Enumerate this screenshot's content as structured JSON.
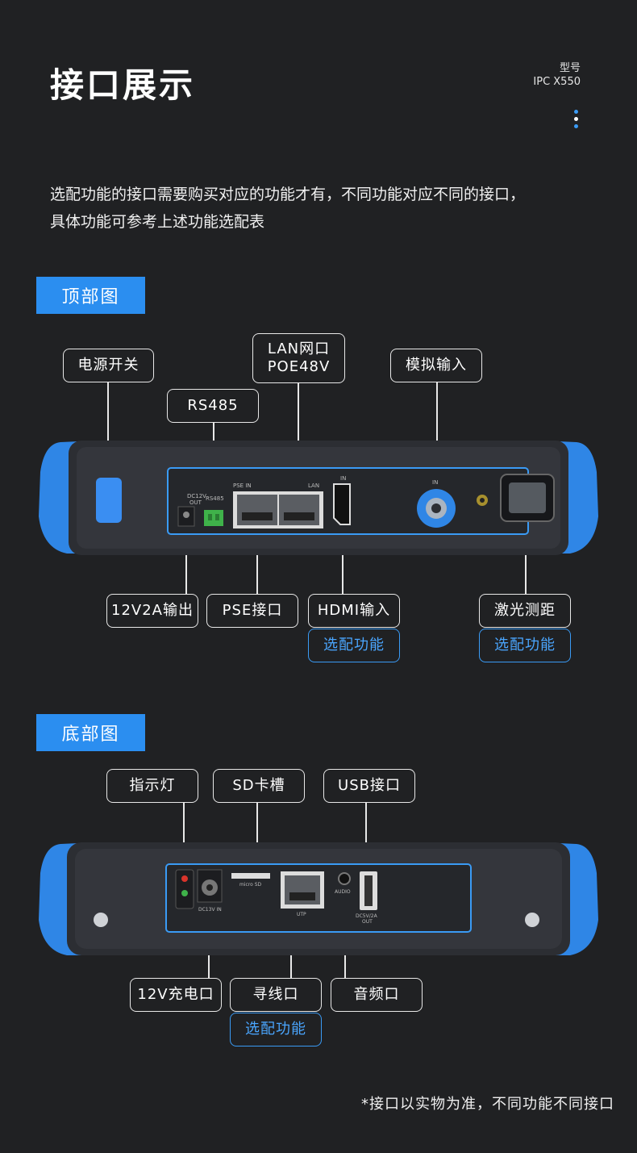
{
  "header": {
    "title": "接口展示",
    "model_label": "型号",
    "model_name": "IPC X550"
  },
  "intro": {
    "line1": "选配功能的接口需要购买对应的功能才有，不同功能对应不同的接口，",
    "line2": "具体功能可参考上述功能选配表"
  },
  "top_view": {
    "tag": "顶部图",
    "labels": {
      "power": "电源开关",
      "rs485": "RS485",
      "lan_line1": "LAN网口",
      "lan_line2": "POE48V",
      "analog": "模拟输入",
      "out12v": "12V2A输出",
      "pse": "PSE接口",
      "hdmi": "HDMI输入",
      "laser": "激光测距",
      "optional": "选配功能"
    },
    "device_text": {
      "dc_out_1": "DC12V",
      "dc_out_2": "OUT",
      "rs485": "RS485",
      "pse_in": "PSE IN",
      "lan": "LAN",
      "hdmi_in": "IN",
      "bnc_in": "IN"
    }
  },
  "bottom_view": {
    "tag": "底部图",
    "labels": {
      "indicator": "指示灯",
      "sd": "SD卡槽",
      "usb": "USB接口",
      "charge": "12V充电口",
      "tracer": "寻线口",
      "audio": "音频口",
      "optional": "选配功能"
    },
    "device_text": {
      "micro_sd": "micro SD",
      "dc_in": "DC13V IN",
      "utp": "UTP",
      "audio": "AUDIO",
      "usb_1": "DC5V/2A",
      "usb_2": "OUT"
    }
  },
  "footnote": "*接口以实物为准，不同功能不同接口",
  "colors": {
    "background": "#202123",
    "accent_blue": "#2b8ef0",
    "bumper_blue": "#2f86e6",
    "device_body": "#2c2e33"
  }
}
